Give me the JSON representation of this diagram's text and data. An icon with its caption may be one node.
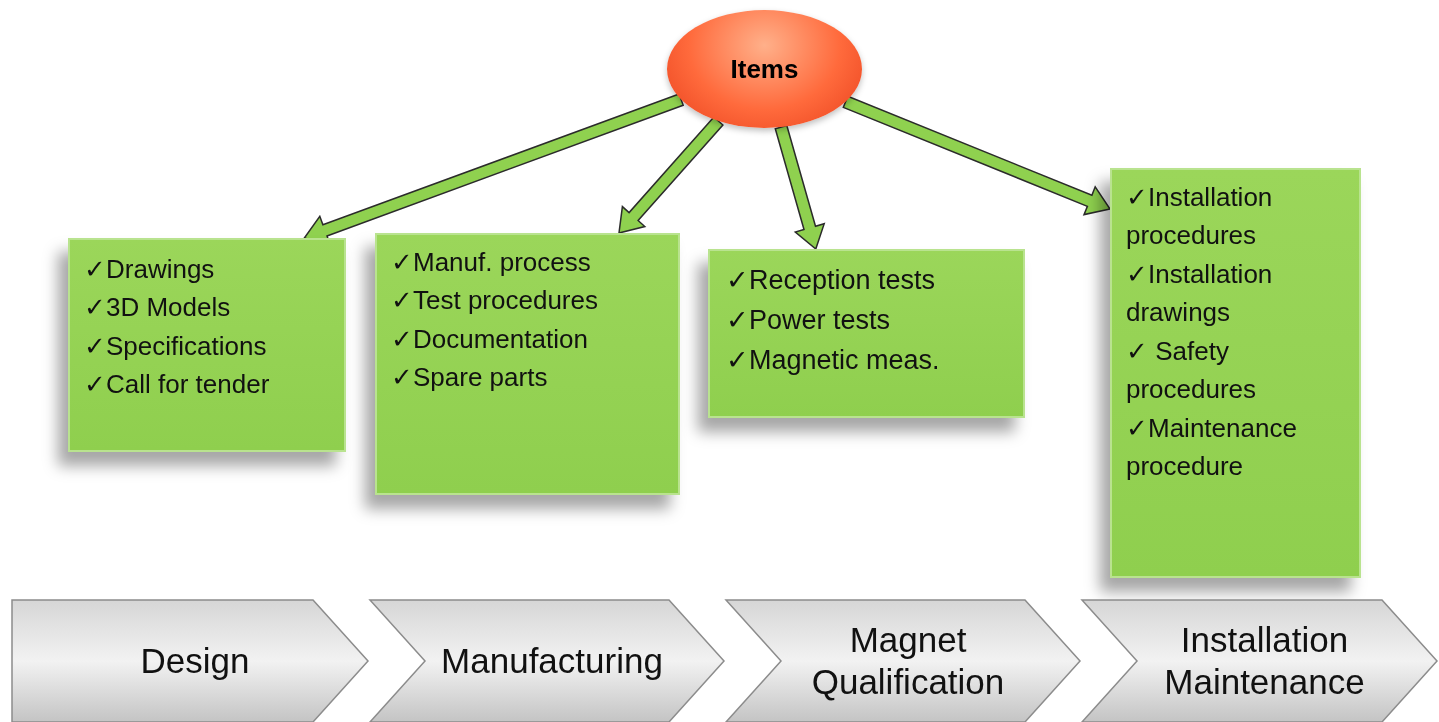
{
  "diagram": {
    "nodes": [
      {
        "text": [
          "Items"
        ]
      },
      {
        "text": [
          "✓Drawings",
          "✓3D Models",
          "✓Specifications",
          "✓Call for tender"
        ]
      },
      {
        "text": [
          "✓Manuf. process",
          "✓Test procedures",
          "✓Documentation",
          "✓Spare parts"
        ]
      },
      {
        "text": [
          "✓Reception tests",
          "✓Power tests",
          "✓Magnetic meas."
        ]
      },
      {
        "text": [
          "✓Installation procedures",
          "✓Installation drawings",
          "✓ Safety procedures",
          "✓Maintenance procedure"
        ]
      },
      {
        "text": [
          "Design"
        ]
      },
      {
        "text": [
          "Manufacturing"
        ]
      },
      {
        "text": [
          "Magnet Qualification"
        ]
      },
      {
        "text": [
          "Installation Maintenance"
        ]
      }
    ],
    "edges": [
      {
        "from": 0,
        "to": 1,
        "arrow": "to",
        "style": "thick"
      },
      {
        "from": 0,
        "to": 2,
        "arrow": "to",
        "style": "thick"
      },
      {
        "from": 0,
        "to": 3,
        "arrow": "to",
        "style": "thick"
      },
      {
        "from": 0,
        "to": 4,
        "arrow": "to",
        "style": "thick"
      }
    ]
  }
}
